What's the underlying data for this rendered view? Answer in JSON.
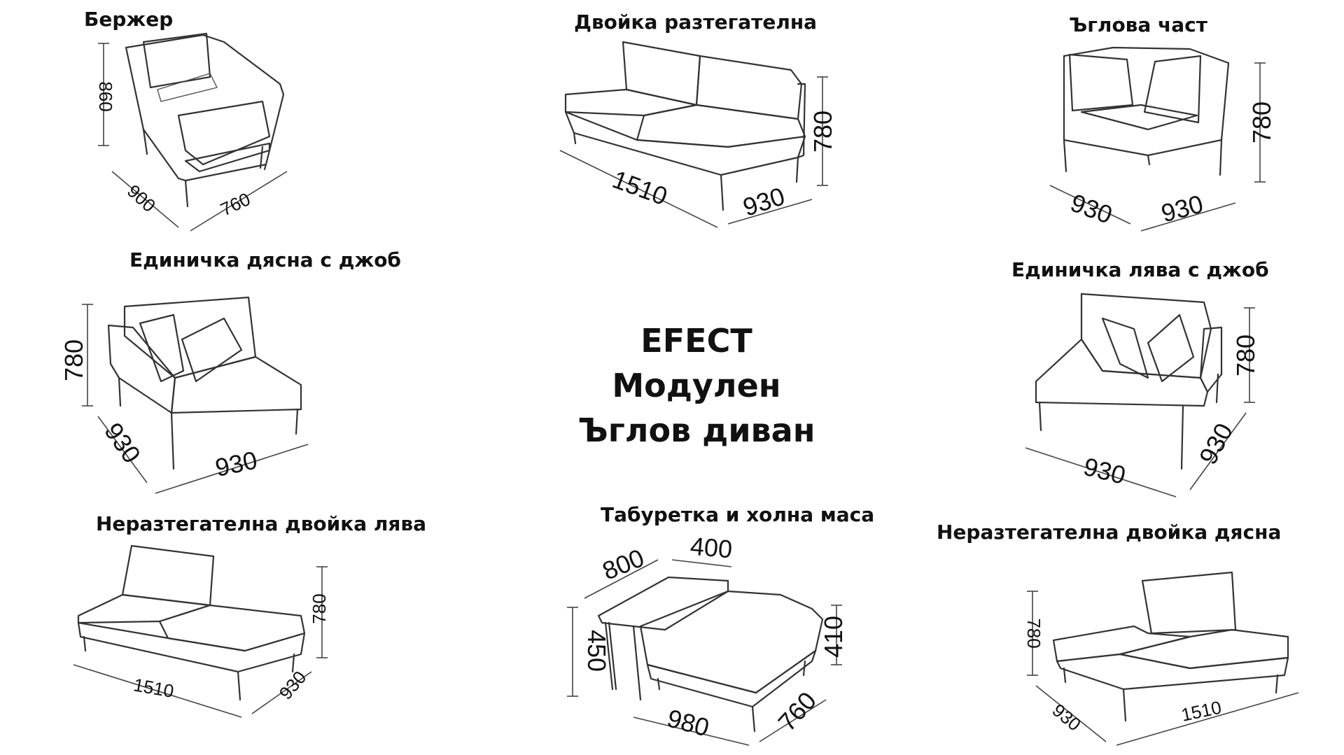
{
  "modules": [
    {
      "id": "berzher",
      "title": "Бержер",
      "dims": [
        "860",
        "900",
        "760"
      ]
    },
    {
      "id": "dvoyka",
      "title": "Двойка разтегателна",
      "dims": [
        "1510",
        "930",
        "780"
      ]
    },
    {
      "id": "aglova",
      "title": "Ъглова част",
      "dims": [
        "930",
        "930",
        "780"
      ]
    },
    {
      "id": "ed-dyasna",
      "title": "Единичка дясна с джоб",
      "dims": [
        "780",
        "930",
        "930"
      ]
    },
    {
      "id": "ed-lyava",
      "title": "Единичка лява с джоб",
      "dims": [
        "780",
        "930",
        "930"
      ]
    },
    {
      "id": "nerazt-lyava",
      "title": "Неразтегателна двойка лява",
      "dims": [
        "1510",
        "930",
        "780"
      ]
    },
    {
      "id": "taburetka",
      "title": "Табуретка и холна маса",
      "dims": [
        "800",
        "400",
        "450",
        "410",
        "980",
        "760"
      ]
    },
    {
      "id": "nerazt-dyasna",
      "title": "Неразтегателна двойка дясна",
      "dims": [
        "780",
        "930",
        "1510"
      ]
    }
  ],
  "center": {
    "line1": "EFECT",
    "line2": "Модулен",
    "line3": "Ъглов диван"
  }
}
